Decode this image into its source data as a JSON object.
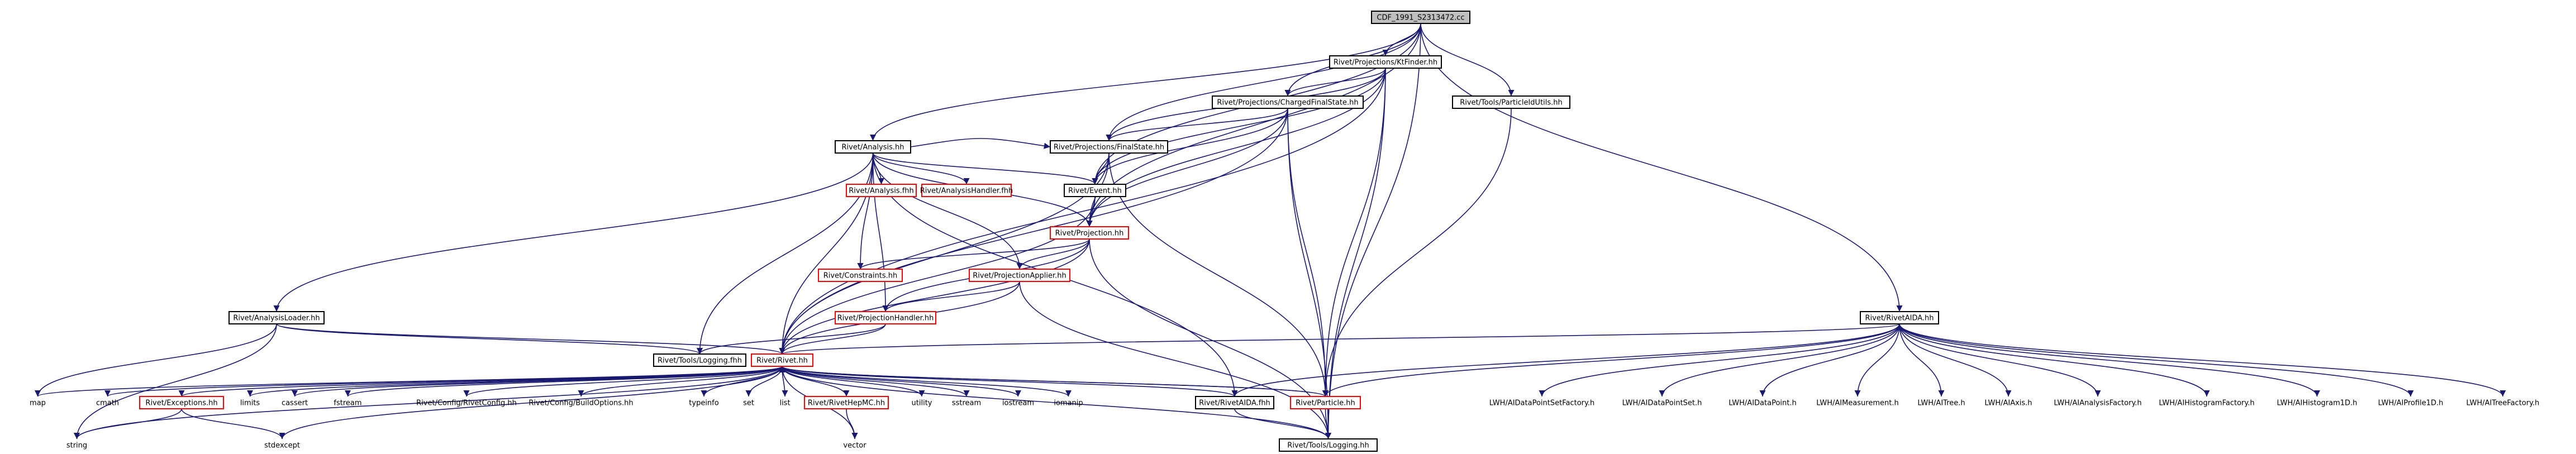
{
  "title": "CDF_1991_S2313472.cc",
  "colors": {
    "edge": "#191970",
    "edge_alt": "#8b0000",
    "box_stroke": "#000000",
    "box_stroke_incomplete": "#ff0000",
    "root_fill": "#bfbfbf",
    "text": "#000000"
  },
  "nodes": [
    {
      "id": "root",
      "label": "CDF_1991_S2313472.cc",
      "style": "root"
    },
    {
      "id": "ktfinder",
      "label": "Rivet/Projections/KtFinder.hh",
      "style": "box"
    },
    {
      "id": "chfs",
      "label": "Rivet/Projections/ChargedFinalState.hh",
      "style": "box"
    },
    {
      "id": "pidutils",
      "label": "Rivet/Tools/ParticleIdUtils.hh",
      "style": "box"
    },
    {
      "id": "analysis",
      "label": "Rivet/Analysis.hh",
      "style": "box"
    },
    {
      "id": "fs",
      "label": "Rivet/Projections/FinalState.hh",
      "style": "box"
    },
    {
      "id": "anafh",
      "label": "Rivet/Analysis.fhh",
      "style": "red"
    },
    {
      "id": "anahandler",
      "label": "Rivet/AnalysisHandler.fhh",
      "style": "red"
    },
    {
      "id": "event",
      "label": "Rivet/Event.hh",
      "style": "box"
    },
    {
      "id": "projection",
      "label": "Rivet/Projection.hh",
      "style": "red"
    },
    {
      "id": "constraints",
      "label": "Rivet/Constraints.hh",
      "style": "red"
    },
    {
      "id": "projapplier",
      "label": "Rivet/ProjectionApplier.hh",
      "style": "red"
    },
    {
      "id": "projhandler",
      "label": "Rivet/ProjectionHandler.hh",
      "style": "red"
    },
    {
      "id": "analoader",
      "label": "Rivet/AnalysisLoader.hh",
      "style": "box"
    },
    {
      "id": "logfhh",
      "label": "Rivet/Tools/Logging.fhh",
      "style": "box"
    },
    {
      "id": "rivet",
      "label": "Rivet/Rivet.hh",
      "style": "red"
    },
    {
      "id": "rivetaida",
      "label": "Rivet/RivetAIDA.hh",
      "style": "box"
    },
    {
      "id": "map",
      "label": "map",
      "style": "plain"
    },
    {
      "id": "cmath",
      "label": "cmath",
      "style": "plain"
    },
    {
      "id": "exceptions",
      "label": "Rivet/Exceptions.hh",
      "style": "red"
    },
    {
      "id": "limits",
      "label": "limits",
      "style": "plain"
    },
    {
      "id": "cassert",
      "label": "cassert",
      "style": "plain"
    },
    {
      "id": "fstream",
      "label": "fstream",
      "style": "plain"
    },
    {
      "id": "rivetconfig",
      "label": "Rivet/Config/RivetConfig.hh",
      "style": "plain"
    },
    {
      "id": "buildopts",
      "label": "Rivet/Config/BuildOptions.hh",
      "style": "plain"
    },
    {
      "id": "typeinfo",
      "label": "typeinfo",
      "style": "plain"
    },
    {
      "id": "set",
      "label": "set",
      "style": "plain"
    },
    {
      "id": "list",
      "label": "list",
      "style": "plain"
    },
    {
      "id": "hepmc",
      "label": "Rivet/RivetHepMC.hh",
      "style": "red"
    },
    {
      "id": "utility",
      "label": "utility",
      "style": "plain"
    },
    {
      "id": "sstream",
      "label": "sstream",
      "style": "plain"
    },
    {
      "id": "iostream",
      "label": "iostream",
      "style": "plain"
    },
    {
      "id": "iomanip",
      "label": "iomanip",
      "style": "plain"
    },
    {
      "id": "aidafhh",
      "label": "Rivet/RivetAIDA.fhh",
      "style": "box"
    },
    {
      "id": "particle",
      "label": "Rivet/Particle.hh",
      "style": "red"
    },
    {
      "id": "string",
      "label": "string",
      "style": "plain"
    },
    {
      "id": "stdexcept",
      "label": "stdexcept",
      "style": "plain"
    },
    {
      "id": "vector",
      "label": "vector",
      "style": "plain"
    },
    {
      "id": "logging",
      "label": "Rivet/Tools/Logging.hh",
      "style": "box"
    },
    {
      "id": "dpsf",
      "label": "LWH/AIDataPointSetFactory.h",
      "style": "plain"
    },
    {
      "id": "dps",
      "label": "LWH/AIDataPointSet.h",
      "style": "plain"
    },
    {
      "id": "dp",
      "label": "LWH/AIDataPoint.h",
      "style": "plain"
    },
    {
      "id": "meas",
      "label": "LWH/AIMeasurement.h",
      "style": "plain"
    },
    {
      "id": "tree",
      "label": "LWH/AITree.h",
      "style": "plain"
    },
    {
      "id": "axis",
      "label": "LWH/AIAxis.h",
      "style": "plain"
    },
    {
      "id": "anafac",
      "label": "LWH/AIAnalysisFactory.h",
      "style": "plain"
    },
    {
      "id": "histfac",
      "label": "LWH/AIHistogramFactory.h",
      "style": "plain"
    },
    {
      "id": "hist1d",
      "label": "LWH/AIHistogram1D.h",
      "style": "plain"
    },
    {
      "id": "prof1d",
      "label": "LWH/AIProfile1D.h",
      "style": "plain"
    },
    {
      "id": "treefac",
      "label": "LWH/AITreeFactory.h",
      "style": "plain"
    }
  ],
  "edges": [
    [
      "root",
      "ktfinder"
    ],
    [
      "root",
      "chfs"
    ],
    [
      "root",
      "pidutils"
    ],
    [
      "root",
      "analysis"
    ],
    [
      "root",
      "rivetaida"
    ],
    [
      "root",
      "logging"
    ],
    [
      "root",
      "fs"
    ],
    [
      "root",
      "event"
    ],
    [
      "root",
      "projection"
    ],
    [
      "ktfinder",
      "chfs"
    ],
    [
      "ktfinder",
      "fs"
    ],
    [
      "ktfinder",
      "event"
    ],
    [
      "ktfinder",
      "projection"
    ],
    [
      "ktfinder",
      "rivet"
    ],
    [
      "ktfinder",
      "particle"
    ],
    [
      "ktfinder",
      "logging"
    ],
    [
      "chfs",
      "fs"
    ],
    [
      "chfs",
      "projection"
    ],
    [
      "chfs",
      "event"
    ],
    [
      "chfs",
      "rivet"
    ],
    [
      "chfs",
      "particle"
    ],
    [
      "chfs",
      "logging"
    ],
    [
      "pidutils",
      "particle"
    ],
    [
      "analysis",
      "anafh"
    ],
    [
      "analysis",
      "anahandler"
    ],
    [
      "analysis",
      "event"
    ],
    [
      "analysis",
      "projection"
    ],
    [
      "analysis",
      "constraints"
    ],
    [
      "analysis",
      "projapplier"
    ],
    [
      "analysis",
      "projhandler"
    ],
    [
      "analysis",
      "analoader"
    ],
    [
      "analysis",
      "logfhh"
    ],
    [
      "analysis",
      "rivet"
    ],
    [
      "analysis",
      "aidafhh"
    ],
    [
      "analysis",
      "fs"
    ],
    [
      "fs",
      "event"
    ],
    [
      "fs",
      "projection"
    ],
    [
      "fs",
      "rivet"
    ],
    [
      "fs",
      "particle"
    ],
    [
      "event",
      "projection"
    ],
    [
      "event",
      "rivet"
    ],
    [
      "projection",
      "constraints"
    ],
    [
      "projection",
      "projapplier"
    ],
    [
      "projection",
      "projhandler"
    ],
    [
      "projection",
      "rivet"
    ],
    [
      "projection",
      "logging"
    ],
    [
      "projapplier",
      "projhandler"
    ],
    [
      "projapplier",
      "rivet"
    ],
    [
      "projapplier",
      "logging"
    ],
    [
      "projhandler",
      "rivet"
    ],
    [
      "projhandler",
      "logfhh"
    ],
    [
      "analoader",
      "logfhh"
    ],
    [
      "analoader",
      "rivet"
    ],
    [
      "analoader",
      "map"
    ],
    [
      "analoader",
      "string"
    ],
    [
      "rivet",
      "map"
    ],
    [
      "rivet",
      "cmath"
    ],
    [
      "rivet",
      "exceptions"
    ],
    [
      "rivet",
      "limits"
    ],
    [
      "rivet",
      "cassert"
    ],
    [
      "rivet",
      "fstream"
    ],
    [
      "rivet",
      "rivetconfig"
    ],
    [
      "rivet",
      "buildopts"
    ],
    [
      "rivet",
      "typeinfo"
    ],
    [
      "rivet",
      "set"
    ],
    [
      "rivet",
      "list"
    ],
    [
      "rivet",
      "hepmc"
    ],
    [
      "rivet",
      "utility"
    ],
    [
      "rivet",
      "sstream"
    ],
    [
      "rivet",
      "iostream"
    ],
    [
      "rivet",
      "iomanip"
    ],
    [
      "rivet",
      "aidafhh"
    ],
    [
      "rivet",
      "particle"
    ],
    [
      "rivet",
      "string"
    ],
    [
      "rivet",
      "stdexcept"
    ],
    [
      "rivet",
      "vector"
    ],
    [
      "rivet",
      "logging"
    ],
    [
      "exceptions",
      "string"
    ],
    [
      "exceptions",
      "stdexcept"
    ],
    [
      "hepmc",
      "vector"
    ],
    [
      "aidafhh",
      "logging"
    ],
    [
      "particle",
      "rivet"
    ],
    [
      "particle",
      "logging"
    ],
    [
      "rivetaida",
      "aidafhh"
    ],
    [
      "rivetaida",
      "particle"
    ],
    [
      "rivetaida",
      "rivet"
    ],
    [
      "rivetaida",
      "dpsf"
    ],
    [
      "rivetaida",
      "dps"
    ],
    [
      "rivetaida",
      "dp"
    ],
    [
      "rivetaida",
      "meas"
    ],
    [
      "rivetaida",
      "tree"
    ],
    [
      "rivetaida",
      "axis"
    ],
    [
      "rivetaida",
      "anafac"
    ],
    [
      "rivetaida",
      "histfac"
    ],
    [
      "rivetaida",
      "hist1d"
    ],
    [
      "rivetaida",
      "prof1d"
    ],
    [
      "rivetaida",
      "treefac"
    ]
  ]
}
